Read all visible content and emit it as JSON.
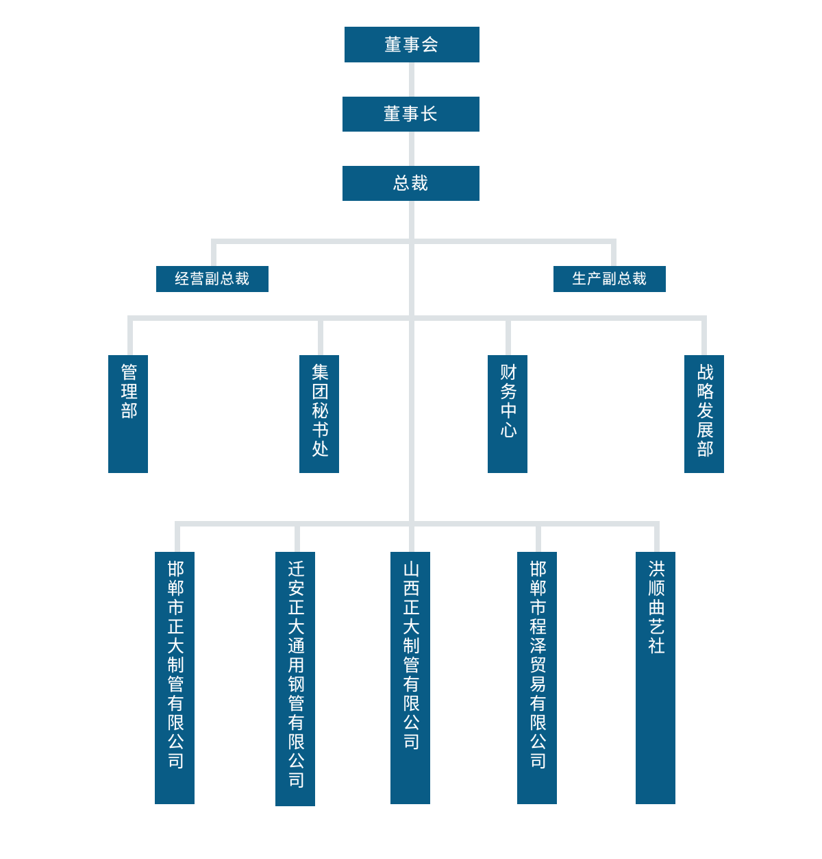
{
  "chart_data": {
    "type": "diagram",
    "diagram_kind": "organization-chart",
    "title": "",
    "orientation": "top-down",
    "colors": {
      "node_fill": "#095C86",
      "node_text": "#FFFFFF",
      "connector": "#DDE2E5",
      "background": "#FFFFFF"
    },
    "levels": [
      {
        "level": 1,
        "node_ids": [
          "board"
        ]
      },
      {
        "level": 2,
        "node_ids": [
          "chairman"
        ]
      },
      {
        "level": 3,
        "node_ids": [
          "president"
        ]
      },
      {
        "level": 4,
        "node_ids": [
          "vp_operations",
          "vp_production"
        ]
      },
      {
        "level": 5,
        "node_ids": [
          "dept_management",
          "dept_secretariat",
          "dept_finance",
          "dept_strategy"
        ]
      },
      {
        "level": 6,
        "node_ids": [
          "sub_handan_zhengda",
          "sub_qianan_zhengda",
          "sub_shanxi_zhengda",
          "sub_handan_chengze",
          "sub_hongshun"
        ]
      }
    ],
    "edges": [
      {
        "from": "board",
        "to": "chairman"
      },
      {
        "from": "chairman",
        "to": "president"
      },
      {
        "from": "president",
        "to": "vp_operations"
      },
      {
        "from": "president",
        "to": "vp_production"
      },
      {
        "from": "president",
        "to": "dept_management"
      },
      {
        "from": "president",
        "to": "dept_secretariat"
      },
      {
        "from": "president",
        "to": "dept_finance"
      },
      {
        "from": "president",
        "to": "dept_strategy"
      },
      {
        "from": "president",
        "to": "sub_handan_zhengda"
      },
      {
        "from": "president",
        "to": "sub_qianan_zhengda"
      },
      {
        "from": "president",
        "to": "sub_shanxi_zhengda"
      },
      {
        "from": "president",
        "to": "sub_handan_chengze"
      },
      {
        "from": "president",
        "to": "sub_hongshun"
      }
    ]
  },
  "nodes": {
    "board": {
      "label": "董事会"
    },
    "chairman": {
      "label": "董事长"
    },
    "president": {
      "label": "总裁"
    },
    "vp_operations": {
      "label": "经营副总裁"
    },
    "vp_production": {
      "label": "生产副总裁"
    },
    "dept_management": {
      "label": "管理部"
    },
    "dept_secretariat": {
      "label": "集团秘书处"
    },
    "dept_finance": {
      "label": "财务中心"
    },
    "dept_strategy": {
      "label": "战略发展部"
    },
    "sub_handan_zhengda": {
      "label": "邯郸市正大制管有限公司"
    },
    "sub_qianan_zhengda": {
      "label": "迁安正大通用钢管有限公司"
    },
    "sub_shanxi_zhengda": {
      "label": "山西正大制管有限公司"
    },
    "sub_handan_chengze": {
      "label": "邯郸市程泽贸易有限公司"
    },
    "sub_hongshun": {
      "label": "洪顺曲艺社"
    }
  }
}
